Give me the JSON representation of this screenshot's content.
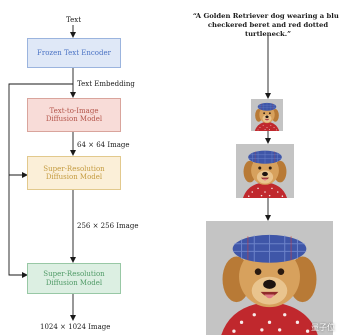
{
  "pipeline": {
    "input_label": "Text",
    "encoder": {
      "label": "Frozen Text Encoder",
      "fill": "#dfe8f7",
      "stroke": "#9bb4de",
      "text_color": "#4b73c4"
    },
    "embedding_label": "Text Embedding",
    "t2i": {
      "line1": "Text-to-Image",
      "line2": "Diffusion Model",
      "fill": "#f8dcd8",
      "stroke": "#d9a49c",
      "text_color": "#b4554a"
    },
    "edge1_label": "64 × 64 Image",
    "sr1": {
      "line1": "Super-Resolution",
      "line2": "Diffusion Model",
      "fill": "#fbefd8",
      "stroke": "#e2c98d",
      "text_color": "#c49b3f"
    },
    "edge2_label": "256 × 256 Image",
    "sr2": {
      "line1": "Super-Resolution",
      "line2": "Diffusion Model",
      "fill": "#dcefe2",
      "stroke": "#98c8a5",
      "text_color": "#4f9a66"
    },
    "output_label": "1024 × 1024 Image"
  },
  "example": {
    "prompt_line1": "“A Golden Retriever dog wearing a blue",
    "prompt_line2": "checkered beret and red dotted turtleneck.”",
    "images": [
      {
        "name": "dog-64"
      },
      {
        "name": "dog-256"
      },
      {
        "name": "dog-1024"
      }
    ]
  },
  "watermark": {
    "text": "量子位"
  },
  "colors": {
    "line": "#1a1a1a",
    "beret": "#3f56a8",
    "fur": "#d7a15d",
    "sweater": "#c0282d"
  }
}
